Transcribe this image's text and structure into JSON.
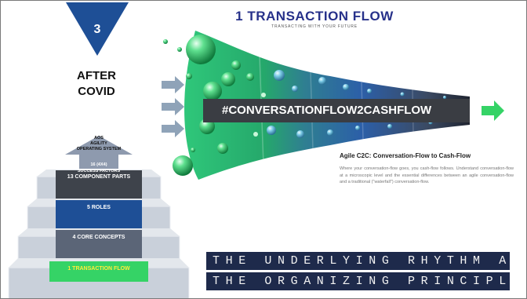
{
  "badge": {
    "number": "3",
    "label_line1": "AFTER",
    "label_line2": "COVID"
  },
  "header": {
    "title": "1 TRANSACTION FLOW",
    "subtitle": "TRANSACTING WITH YOUR FUTURE"
  },
  "funnel": {
    "hashtag": "#CONVERSATIONFLOW2CASHFLOW"
  },
  "description": {
    "heading": "Agile C2C:  Conversation-Flow to Cash-Flow",
    "body": "Where your conversation-flow goes, you cash-flow follows.  Understand conversation-flow at a microscopic level and the essential differences between an agile conversation-flow and a traditional (\"waterfall\") conversation-flow."
  },
  "staircase": {
    "aos_line1": "AOS",
    "aos_line2": "AGILITY",
    "aos_line3": "OPERATING SYSTEM",
    "sf_line1": "16 (4X4)",
    "sf_line2": "SUCCESS FACTORS",
    "step_13": "13 COMPONENT PARTS",
    "step_5": "5 ROLES",
    "step_4": "4 CORE CONCEPTS",
    "step_1": "1 TRANSACTION FLOW"
  },
  "banners": {
    "line1": "THE UNDERLYING RHYTHM AS",
    "line2": "THE ORGANIZING PRINCIPLE"
  },
  "colors": {
    "navy": "#27318a",
    "deep_blue": "#1e4f96",
    "funnel_green": "#2fc77a",
    "funnel_teal": "#4a8fae",
    "bright_green": "#35d366",
    "arrow_gray": "#8fa3b8",
    "yellow_text": "#ffec3c"
  }
}
